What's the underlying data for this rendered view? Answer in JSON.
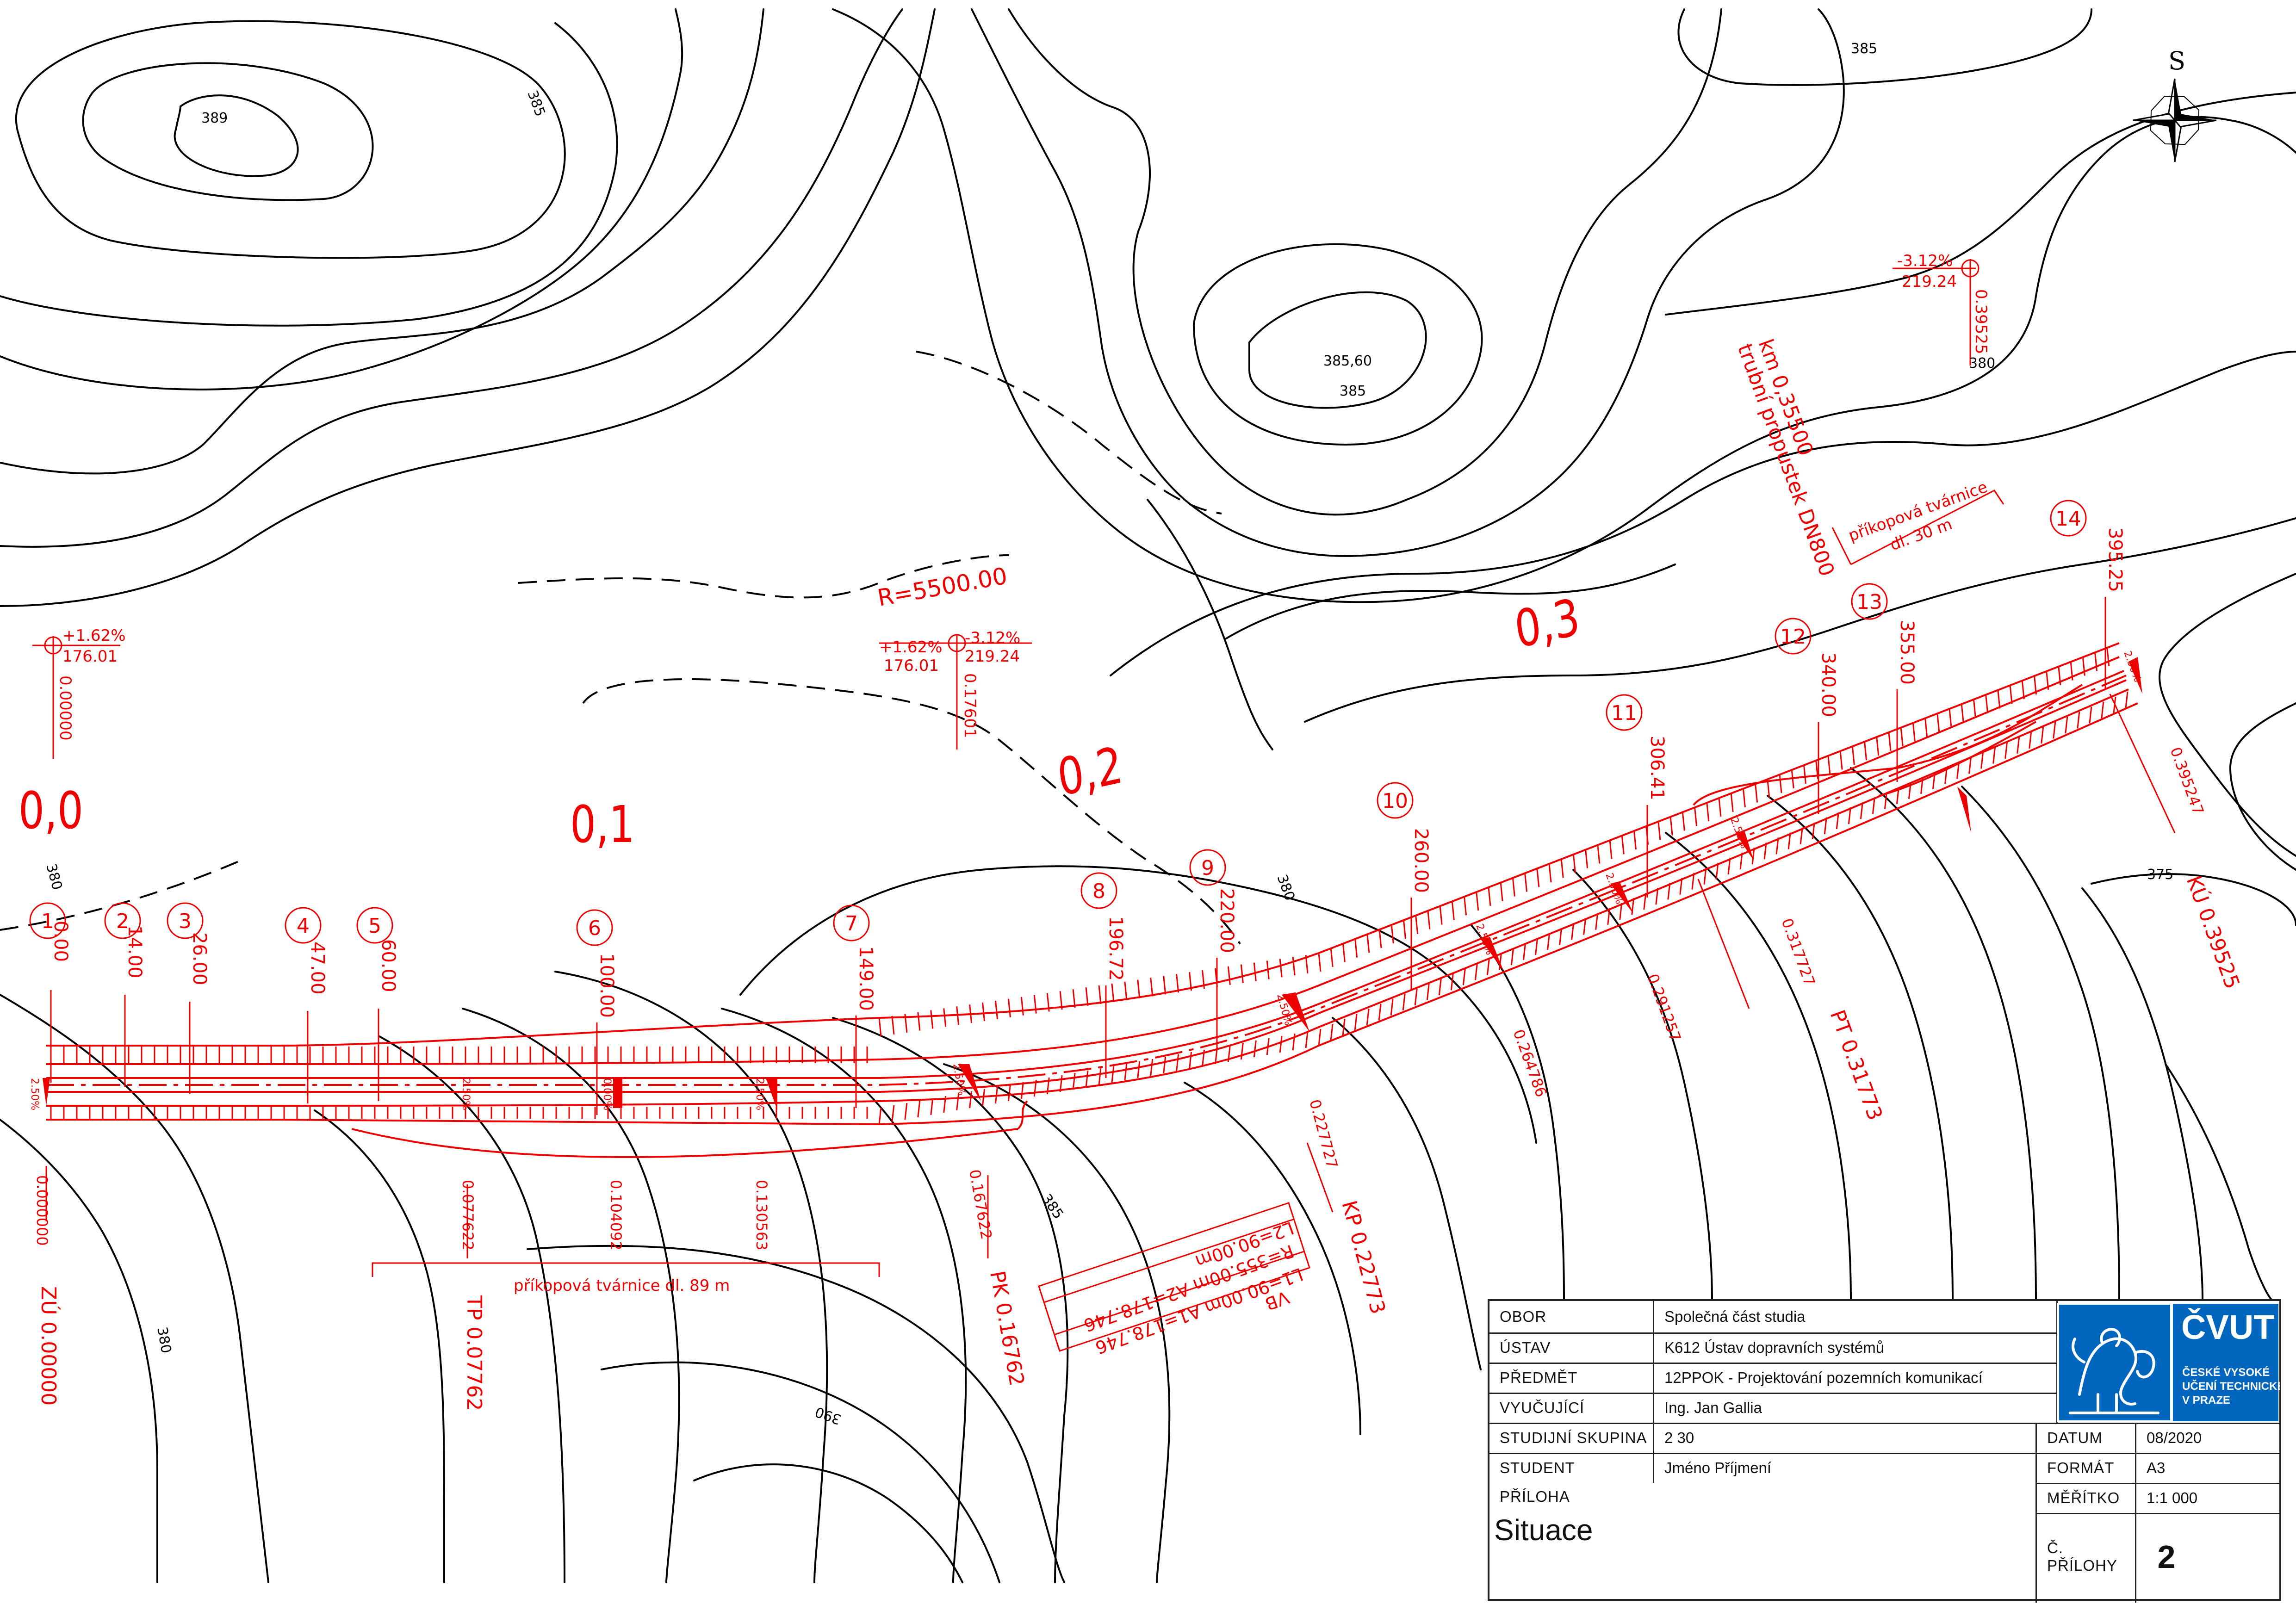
{
  "map": {
    "north_label": "S",
    "contour_labels": [
      "389",
      "385",
      "385",
      "385,60",
      "385",
      "380",
      "380",
      "380",
      "375",
      "385",
      "380",
      "390"
    ],
    "chainage_kilometres": [
      "0,0",
      "0,1",
      "0,2",
      "0,3"
    ],
    "vertical_curve_radius": "R=5500.00",
    "grade_points": [
      {
        "grade_left": "+1.62%",
        "elevation": "176.01",
        "station": "0.00000"
      },
      {
        "grade_left": "+1.62%",
        "grade_right": "-3.12%",
        "elevation": "176.01",
        "elevation_right": "219.24",
        "station": "0.17601"
      },
      {
        "grade_left": "-3.12%",
        "elevation": "219.24",
        "station": "0.39525"
      }
    ],
    "culvert": {
      "line1": "km 0,35500",
      "line2": "trubní propustek DN800"
    },
    "ditch_top": {
      "line1": "příkopová tvárnice",
      "line2": "dl. 30 m"
    },
    "ditch_bottom": "příkopová tvárnice dl. 89 m",
    "profiles": [
      {
        "no": "1",
        "station": "0.00"
      },
      {
        "no": "2",
        "station": "14.00"
      },
      {
        "no": "3",
        "station": "26.00"
      },
      {
        "no": "4",
        "station": "47.00"
      },
      {
        "no": "5",
        "station": "60.00"
      },
      {
        "no": "6",
        "station": "100.00"
      },
      {
        "no": "7",
        "station": "149.00"
      },
      {
        "no": "8",
        "station": "196.72"
      },
      {
        "no": "9",
        "station": "220.00"
      },
      {
        "no": "10",
        "station": "260.00"
      },
      {
        "no": "11",
        "station": "306.41"
      },
      {
        "no": "12",
        "station": "340.00"
      },
      {
        "no": "13",
        "station": "355.00"
      },
      {
        "no": "14",
        "station": "395.25"
      }
    ],
    "point_stations": [
      "0.000000",
      "0.077622",
      "0.104092",
      "0.130563",
      "0.167622",
      "0.227727",
      "0.264786",
      "0.291257",
      "0.317727",
      "0.395247"
    ],
    "main_points": [
      {
        "label": "ZÚ 0.00000"
      },
      {
        "label": "TP 0.07762"
      },
      {
        "label": "PK 0.16762"
      },
      {
        "label": "KP 0.22773"
      },
      {
        "label": "PT 0.31773"
      },
      {
        "label": "KÚ 0.39525"
      }
    ],
    "curve_box": {
      "line1": "L2=90.00m",
      "line2": "R=355.00m   A2=178.746",
      "line3": "L1=90.00m   A1=178.746",
      "line4": "VB"
    },
    "cross_slopes": [
      "2.50%",
      "2.50%",
      "0.00%",
      "2.50%",
      "2.50%",
      "2.50%",
      "2.50%",
      "2.50%",
      "2.50%",
      "2.50%"
    ]
  },
  "titleblock": {
    "rows": [
      {
        "label": "OBOR",
        "value": "Společná část studia"
      },
      {
        "label": "ÚSTAV",
        "value": "K612 Ústav dopravních systémů"
      },
      {
        "label": "PŘEDMĚT",
        "value": "12PPOK - Projektování pozemních komunikací"
      },
      {
        "label": "VYUČUJÍCÍ",
        "value": "Ing. Jan Gallia"
      },
      {
        "label": "STUDIJNÍ SKUPINA",
        "value": "2 30"
      },
      {
        "label": "STUDENT",
        "value": "Jméno Příjmení"
      }
    ],
    "right_rows": [
      {
        "label": "DATUM",
        "value": "08/2020"
      },
      {
        "label": "FORMÁT",
        "value": "A3"
      },
      {
        "label": "MĚŘÍTKO",
        "value": "1:1 000"
      }
    ],
    "priloha_label": "PŘÍLOHA",
    "priloha_title": "Situace",
    "cislo_label": "Č. PŘÍLOHY",
    "cislo_value": "2",
    "logo": {
      "name": "ČVUT",
      "line1": "ČESKÉ VYSOKÉ",
      "line2": "UČENÍ TECHNICKÉ",
      "line3": "V PRAZE",
      "color": "#0065bd"
    }
  },
  "colors": {
    "contour": "#000000",
    "design": "#ee0000",
    "logo": "#0065bd"
  }
}
